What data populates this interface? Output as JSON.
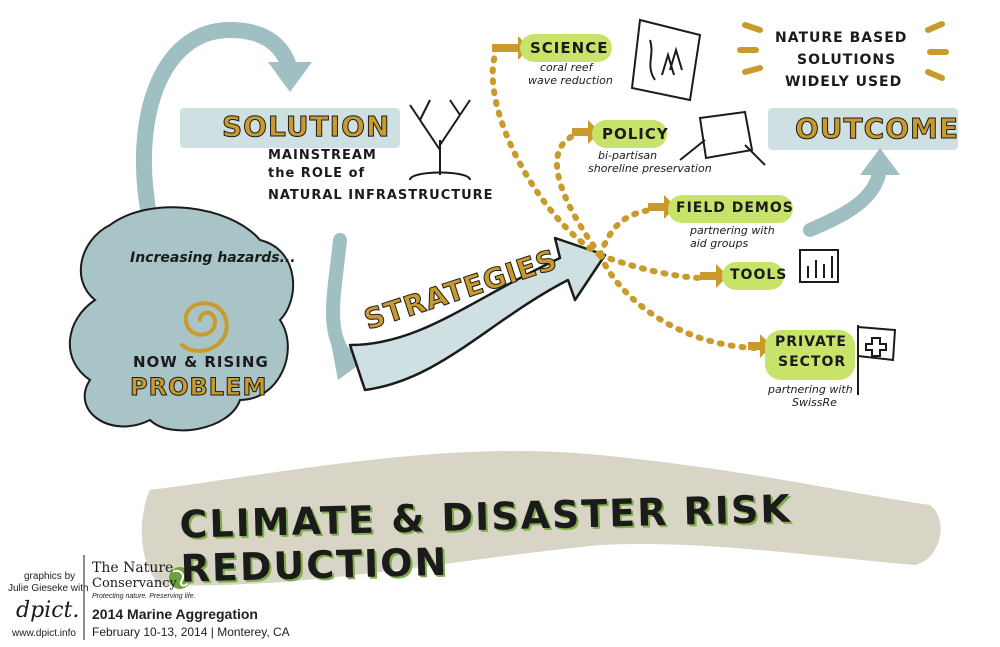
{
  "solution": {
    "title": "SOLUTION",
    "text_lines": [
      "MAINSTREAM",
      "the ROLE of",
      "NATURAL INFRASTRUCTURE"
    ]
  },
  "problem": {
    "line1": "Increasing hazards...",
    "line2": "NOW & RISING",
    "title": "PROBLEM"
  },
  "strategies": {
    "label": "STRATEGIES"
  },
  "nodes": {
    "science": {
      "title": "SCIENCE",
      "sub": [
        "coral reef",
        "wave reduction"
      ]
    },
    "policy": {
      "title": "POLICY",
      "sub": [
        "bi-partisan",
        "shoreline preservation"
      ]
    },
    "field_demos": {
      "title": "FIELD DEMOS",
      "sub": [
        "partnering with",
        "aid groups"
      ]
    },
    "tools": {
      "title": "TOOLS"
    },
    "private_sector": {
      "title": [
        "PRIVATE",
        "SECTOR"
      ],
      "sub": [
        "partnering with",
        "SwissRe"
      ]
    }
  },
  "outcome": {
    "text_lines": [
      "NATURE BASED",
      "SOLUTIONS",
      "WIDELY USED"
    ],
    "title": "OUTCOME"
  },
  "banner": {
    "title": "CLIMATE & DISASTER RISK REDUCTION"
  },
  "footer": {
    "credit_line1": "graphics by",
    "credit_line2": "Julie Gieseke with",
    "dpict_logo": "dpict.",
    "dpict_url": "www.dpict.info",
    "tnc_name": [
      "The Nature",
      "Conservancy"
    ],
    "tnc_tagline": "Protecting nature. Preserving life.",
    "event": "2014 Marine Aggregation",
    "date": "February 10-13, 2014 | Monterey, CA"
  },
  "colors": {
    "teal": "#9fbfc2",
    "teal_light": "#cfe0e3",
    "gold": "#c89b2c",
    "green": "#c8e36a",
    "banner": "#d9d5c6",
    "ink": "#1b1b1b"
  }
}
